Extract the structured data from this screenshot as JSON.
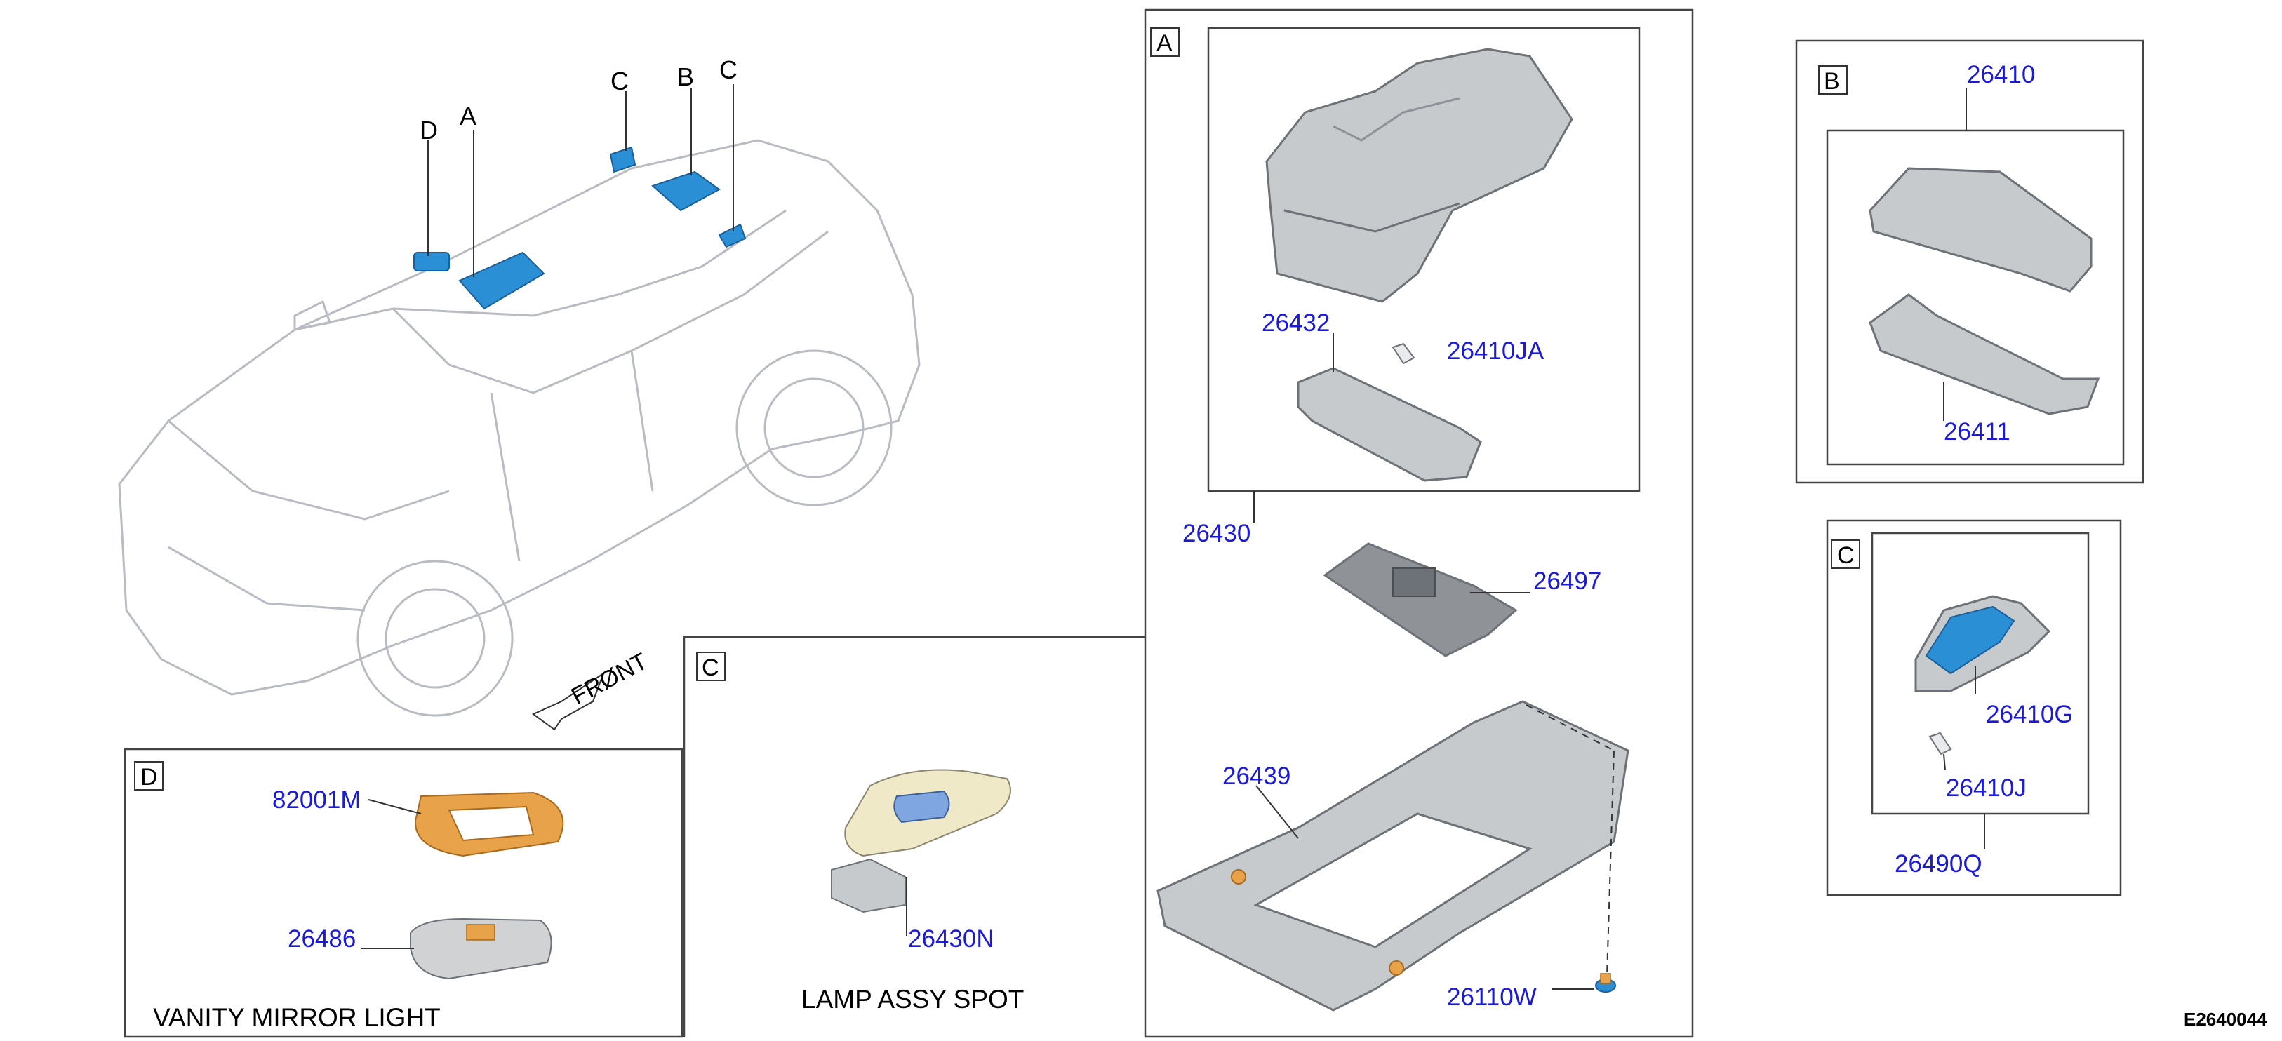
{
  "sections": {
    "A": {
      "label": "A",
      "parts": {
        "p26430": "26430",
        "p26432": "26432",
        "p26410JA": "26410JA",
        "p26497": "26497",
        "p26439": "26439",
        "p26110W": "26110W"
      }
    },
    "B": {
      "label": "B",
      "parts": {
        "p26410": "26410",
        "p26411": "26411"
      }
    },
    "C_right": {
      "label": "C",
      "parts": {
        "p26410G": "26410G",
        "p26410J": "26410J",
        "p26490Q": "26490Q"
      }
    },
    "C_spot": {
      "label": "C",
      "caption": "LAMP ASSY SPOT",
      "parts": {
        "p26430N": "26430N"
      }
    },
    "D": {
      "label": "D",
      "caption": "VANITY MIRROR LIGHT",
      "parts": {
        "p82001M": "82001M",
        "p26486": "26486"
      }
    }
  },
  "vehicle": {
    "callouts": {
      "D": "D",
      "A": "A",
      "C1": "C",
      "B": "B",
      "C2": "C"
    },
    "front_label": "FRØNT"
  },
  "diagram_id": "E2640044",
  "colors": {
    "part_number": "#1a1ad8",
    "highlight": "#2b8fd6",
    "orange": "#e8a24a",
    "cream": "#efe9c8",
    "grey_part": "#c7cacd"
  }
}
